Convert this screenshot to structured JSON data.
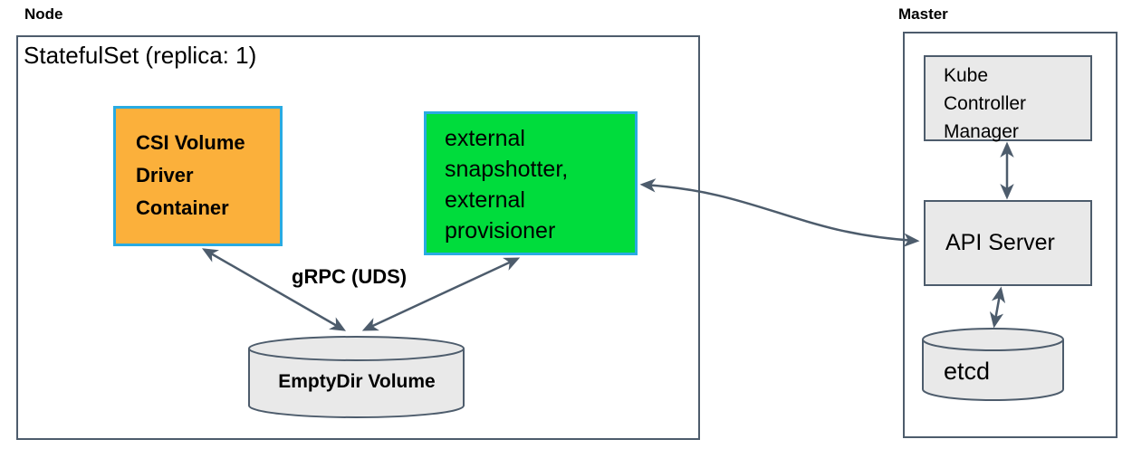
{
  "colors": {
    "stroke": "#4d5c6c",
    "grayfill": "#e9e9e9",
    "orange": "#fbb03b",
    "green": "#00dc3c",
    "cyan": "#29abe2"
  },
  "node": {
    "label": "Node",
    "statefulset_label": "StatefulSet (replica: 1)",
    "csi_box": {
      "lines": [
        "CSI Volume",
        "Driver",
        "Container"
      ]
    },
    "external_box": {
      "lines": [
        "external",
        "snapshotter,",
        "external",
        "provisioner"
      ]
    },
    "grpc_label": "gRPC (UDS)",
    "emptydir_label": "EmptyDir Volume"
  },
  "master": {
    "label": "Master",
    "kcm_box": {
      "lines": [
        "Kube",
        "Controller",
        "Manager"
      ]
    },
    "api_server_label": "API Server",
    "etcd_label": "etcd"
  }
}
